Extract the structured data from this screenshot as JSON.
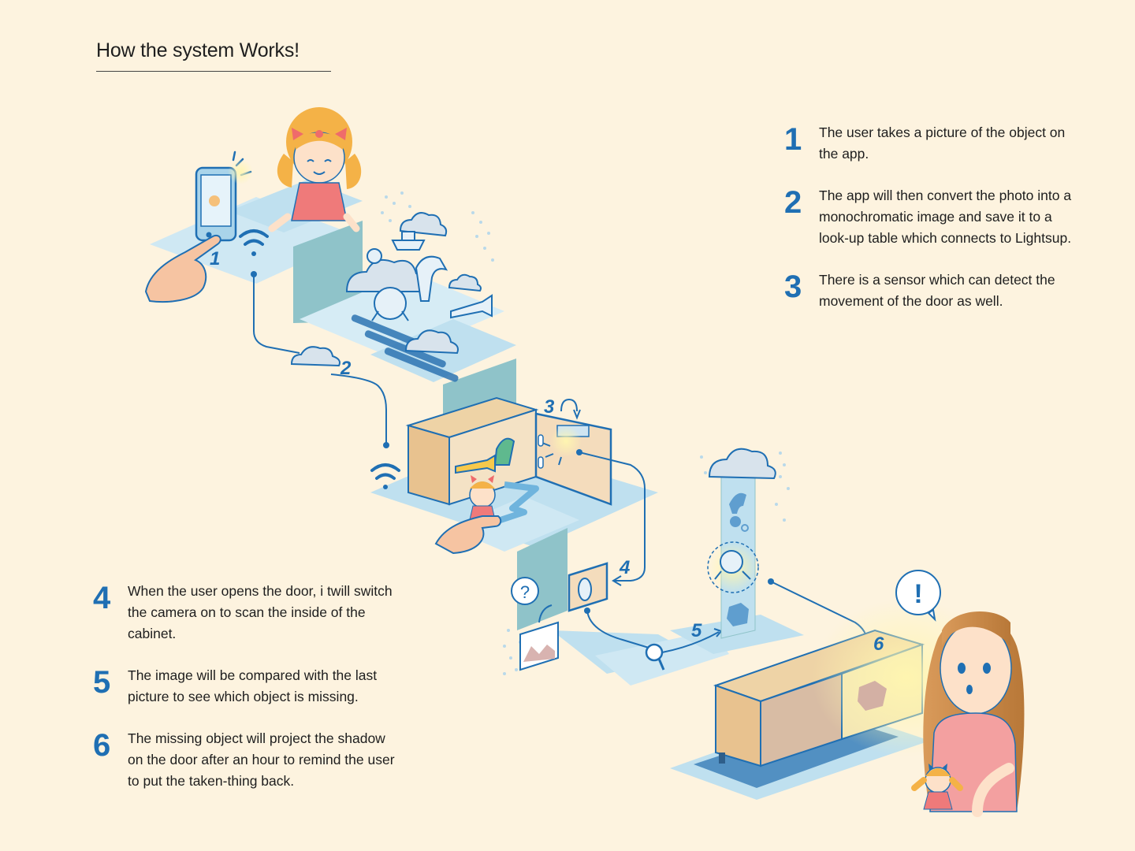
{
  "title": "How the system Works!",
  "steps_right": [
    {
      "num": "1",
      "text": "The user takes a picture of the object on the app."
    },
    {
      "num": "2",
      "text": "The app will then convert the photo into a monochromatic image and save it to a look-up table which connects to Lightsup."
    },
    {
      "num": "3",
      "text": "There is a sensor which can detect the movement of the door as well."
    }
  ],
  "steps_left": [
    {
      "num": "4",
      "text": "When the user opens the door, i twill switch the camera on to scan the inside of the cabinet."
    },
    {
      "num": "5",
      "text": "The image will be compared with the last picture to see which object is missing."
    },
    {
      "num": "6",
      "text": "The missing object will project the shadow on the door after an hour to remind the user to put the taken-thing back."
    }
  ],
  "illustration": {
    "markers": [
      "1",
      "2",
      "3",
      "4",
      "5",
      "6"
    ],
    "question_mark": "?",
    "exclamation_mark": "!",
    "colors": {
      "accent_blue": "#1f6fb3",
      "tile_blue": "#bfe0ef",
      "wall_teal": "#8fc3c9",
      "wood": "#e8c28f",
      "background": "#fdf3df"
    }
  }
}
